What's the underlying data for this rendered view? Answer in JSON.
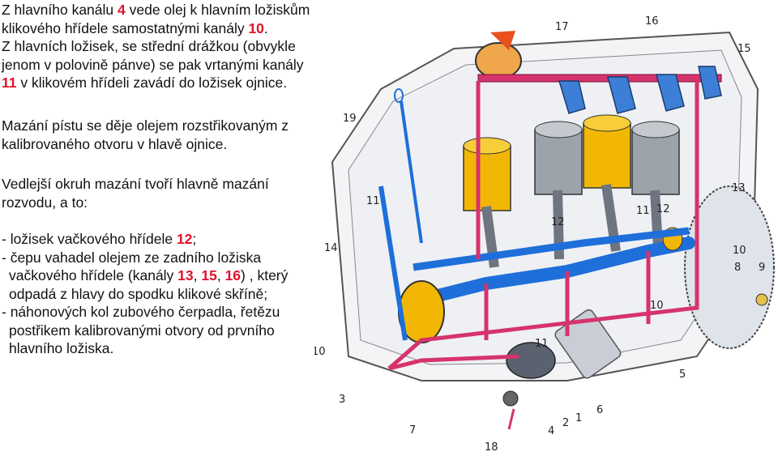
{
  "paragraph1": {
    "line1_a": "Z hlavního kanálu ",
    "line1_num": "4",
    "line1_b": " vede olej k hlavním ložiskům",
    "line2_a": "klikového hřídele samostatnými kanály ",
    "line2_num": "10",
    "line2_b": ".",
    "line3": "Z hlavních ložisek, se střední drážkou (obvykle",
    "line4": "jenom v polovině pánve) se pak vrtanými kanály",
    "line5_num": "11",
    "line5_b": " v klikovém hřídeli zavádí do ložisek ojnice."
  },
  "paragraph2": {
    "line1": "Mazání pístu se děje olejem rozstřikovaným z",
    "line2": "kalibrovaného otvoru v hlavě ojnice."
  },
  "paragraph3": {
    "line1": "Vedlejší okruh mazání tvoří hlavně mazání",
    "line2": "rozvodu, a to:"
  },
  "list": {
    "item1_a": "- ložisek vačkového hřídele ",
    "item1_num": "12",
    "item1_b": ";",
    "item2_line1": "- čepu vahadel olejem ze zadního ložiska",
    "item2_line2_a": "vačkového hřídele (kanály ",
    "item2_num1": "13",
    "item2_sep1": ",  ",
    "item2_num2": "15",
    "item2_sep2": ",  ",
    "item2_num3": "16",
    "item2_line2_b": ") , který",
    "item2_line3": "odpadá z hlavy do spodku klikové skříně;",
    "item3_line1": "- náhonových kol zubového čerpadla, řetězu",
    "item3_line2": "postřikem kalibrovanými otvory od prvního",
    "item3_line3": "hlavního ložiska."
  },
  "callouts": [
    "17",
    "16",
    "15",
    "19",
    "13",
    "11",
    "11",
    "12",
    "12",
    "14",
    "10",
    "8",
    "9",
    "10",
    "10",
    "5",
    "3",
    "7",
    "4",
    "2",
    "1",
    "6",
    "18",
    "11"
  ],
  "colors": {
    "highlight": "#e0112b",
    "oil_channel": "#d6336c",
    "piston": "#f2b705",
    "engine_blue": "#1e6fd9"
  }
}
